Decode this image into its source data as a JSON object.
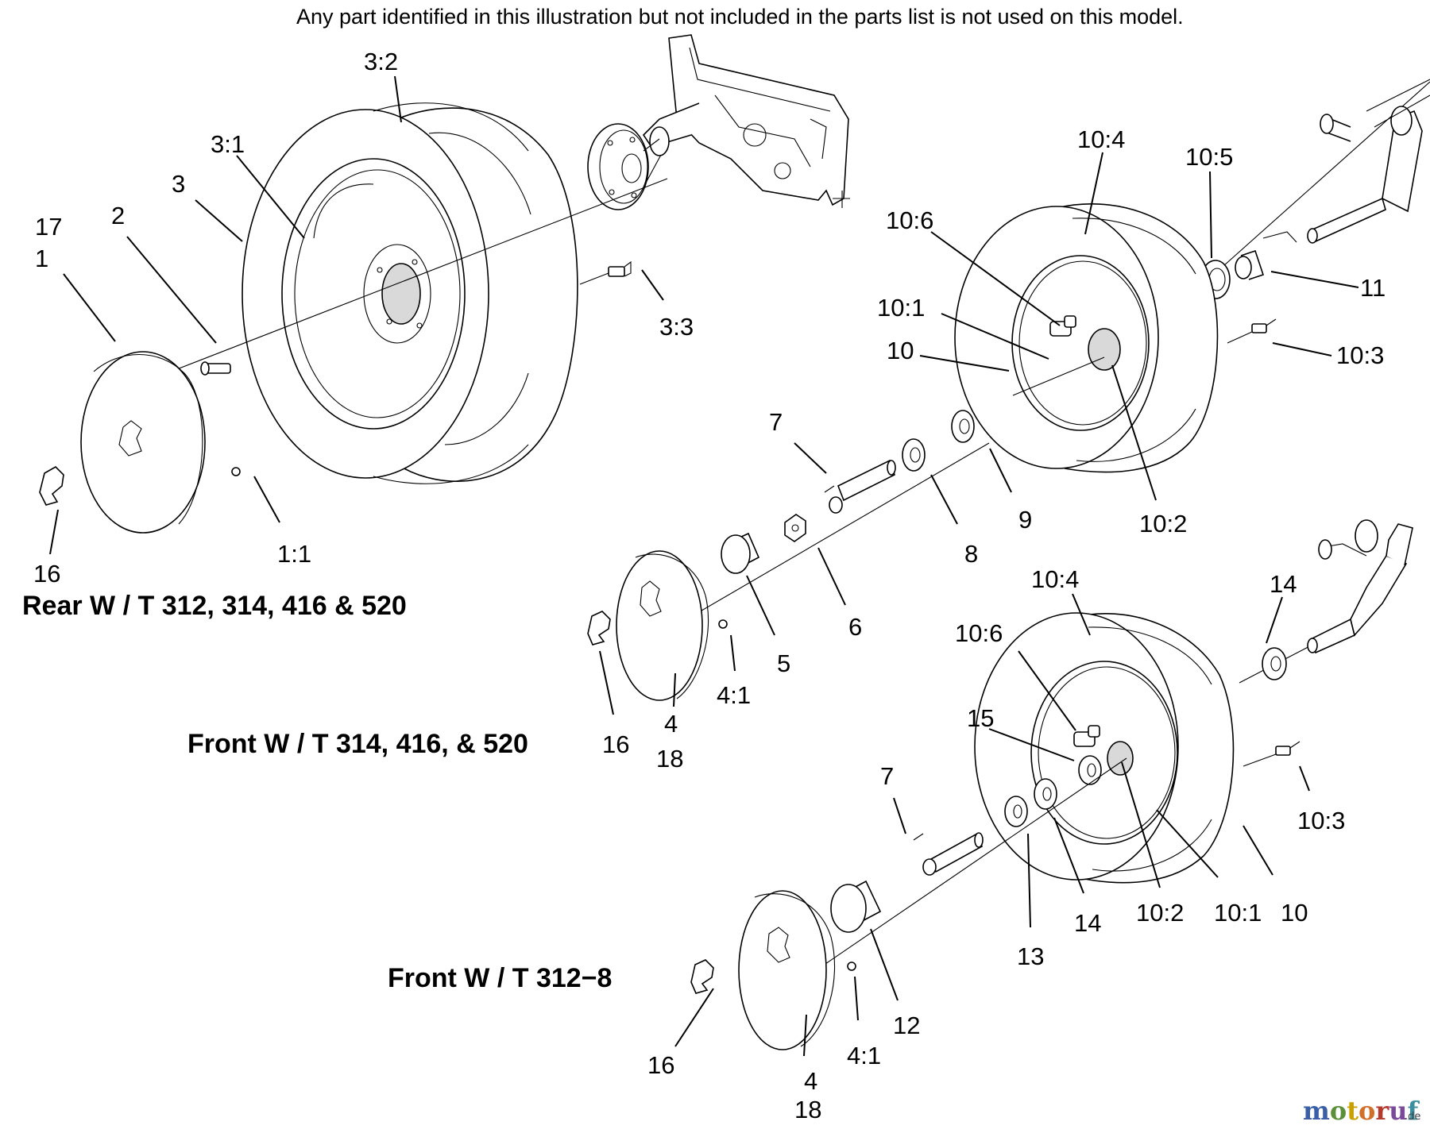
{
  "note": "Any part identified in this illustration but not included in the parts list is not used on this model.",
  "captions": {
    "rear": "Rear W / T 312, 314, 416 & 520",
    "front_a": "Front W / T 314, 416, & 520",
    "front_b": "Front W / T 312−8"
  },
  "callouts": {
    "rear": [
      "3:2",
      "3:1",
      "3",
      "17",
      "1",
      "2",
      "3:3",
      "16",
      "1:1"
    ],
    "front_a_wheel": [
      "10:4",
      "10:5",
      "10:6",
      "10:1",
      "10",
      "11",
      "10:3",
      "10:2"
    ],
    "front_a_parts": [
      "7",
      "9",
      "8",
      "6",
      "5",
      "4:1",
      "4",
      "18",
      "16"
    ],
    "front_b_wheel": [
      "10:4",
      "14",
      "10:6",
      "15",
      "10:3",
      "10:2",
      "10:1",
      "10"
    ],
    "front_b_parts": [
      "7",
      "14",
      "13",
      "12",
      "16",
      "4:1",
      "4",
      "18"
    ]
  },
  "watermark": {
    "brand": "motoruf",
    "suffix": ".de"
  }
}
